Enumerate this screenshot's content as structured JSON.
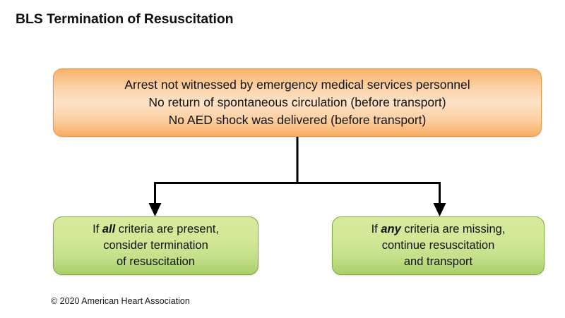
{
  "page": {
    "title": "BLS Termination of Resuscitation",
    "copyright": "© 2020 American Heart Association",
    "background_color": "#ffffff"
  },
  "colors": {
    "criteria_box_fill_light": "#fde3c7",
    "criteria_box_fill_dark": "#f7ad61",
    "criteria_box_border": "#e8994a",
    "outcome_box_fill_light": "#d7ea9e",
    "outcome_box_fill_dark": "#a9cf6a",
    "outcome_box_border": "#7fab3f",
    "connector_color": "#000000",
    "text_color": "#111111"
  },
  "diagram": {
    "type": "flowchart",
    "criteria_node": {
      "id": "criteria",
      "lines": [
        "Arrest not witnessed by emergency medical services personnel",
        "No return of spontaneous circulation (before transport)",
        "No AED shock was delivered (before transport)"
      ]
    },
    "outcome_nodes": [
      {
        "id": "outcome-all",
        "segments": [
          {
            "text": "If ",
            "emphasis": false
          },
          {
            "text": "all",
            "emphasis": true
          },
          {
            "text": " criteria are present,",
            "emphasis": false
          }
        ],
        "lines": [
          "If all criteria are present,",
          "consider termination",
          "of resuscitation"
        ],
        "line2": "consider termination",
        "line3": "of resuscitation"
      },
      {
        "id": "outcome-any",
        "segments": [
          {
            "text": "If ",
            "emphasis": false
          },
          {
            "text": "any",
            "emphasis": true
          },
          {
            "text": " criteria are missing,",
            "emphasis": false
          }
        ],
        "lines": [
          "If any criteria are missing,",
          "continue resuscitation",
          "and transport"
        ],
        "line2": "continue resuscitation",
        "line3": "and transport"
      }
    ],
    "connectors": [
      {
        "id": "stem-down-from-criteria",
        "from": "criteria",
        "to": "split-bar"
      },
      {
        "id": "branch-left-arrow",
        "from": "split-bar",
        "to": "outcome-all"
      },
      {
        "id": "branch-right-arrow",
        "from": "split-bar",
        "to": "outcome-any"
      }
    ]
  }
}
